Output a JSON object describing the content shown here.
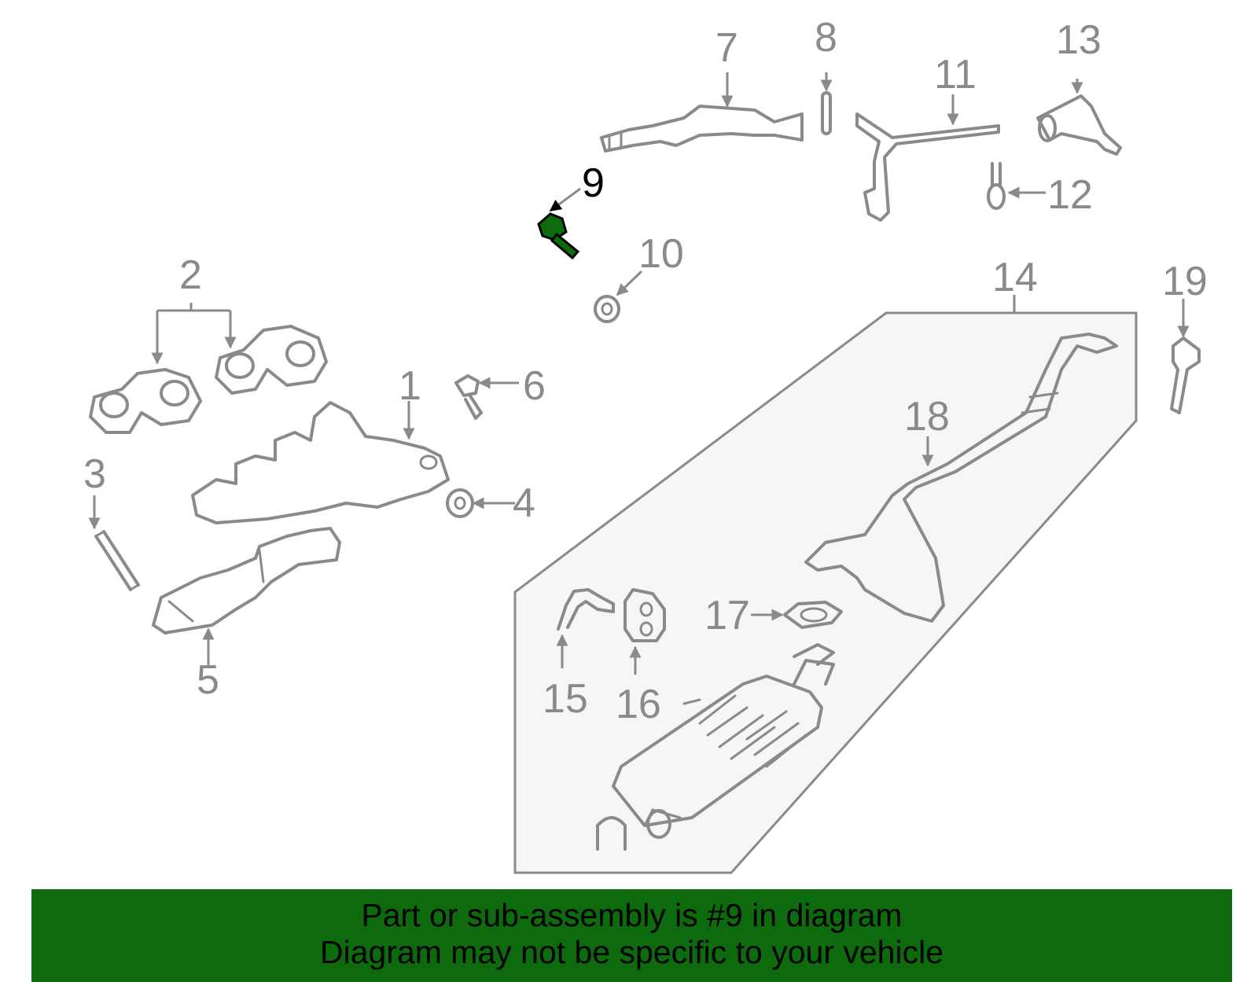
{
  "callouts": [
    "1",
    "2",
    "3",
    "4",
    "5",
    "6",
    "7",
    "8",
    "9",
    "10",
    "11",
    "12",
    "13",
    "14",
    "15",
    "16",
    "17",
    "18",
    "19"
  ],
  "highlighted_part": "9",
  "colors": {
    "highlight": "#0d6a0d",
    "parts": "#8a8a8a",
    "footer_bg": "#0d6a0d"
  },
  "footer": {
    "line1": "Part or sub-assembly is #9 in diagram",
    "line2": "Diagram may not be specific to your vehicle"
  }
}
